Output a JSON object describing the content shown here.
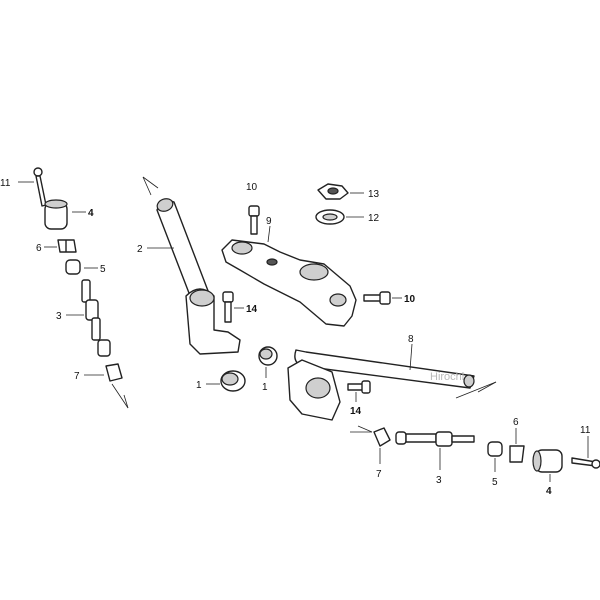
{
  "diagram": {
    "watermark": "Hirochi",
    "callouts": [
      {
        "id": "c11a",
        "label": "11"
      },
      {
        "id": "c4a",
        "label": "4"
      },
      {
        "id": "c6a",
        "label": "6"
      },
      {
        "id": "c5a",
        "label": "5"
      },
      {
        "id": "c3a",
        "label": "3"
      },
      {
        "id": "c7a",
        "label": "7"
      },
      {
        "id": "c2",
        "label": "2"
      },
      {
        "id": "c10a",
        "label": "10"
      },
      {
        "id": "c9",
        "label": "9"
      },
      {
        "id": "c13",
        "label": "13"
      },
      {
        "id": "c12",
        "label": "12"
      },
      {
        "id": "c10b",
        "label": "10"
      },
      {
        "id": "c14a",
        "label": "14"
      },
      {
        "id": "c1a",
        "label": "1"
      },
      {
        "id": "c1b",
        "label": "1"
      },
      {
        "id": "c8",
        "label": "8"
      },
      {
        "id": "c14b",
        "label": "14"
      },
      {
        "id": "c7b",
        "label": "7"
      },
      {
        "id": "c3b",
        "label": "3"
      },
      {
        "id": "c5b",
        "label": "5"
      },
      {
        "id": "c6b",
        "label": "6"
      },
      {
        "id": "c4b",
        "label": "4"
      },
      {
        "id": "c11b",
        "label": "11"
      }
    ]
  }
}
